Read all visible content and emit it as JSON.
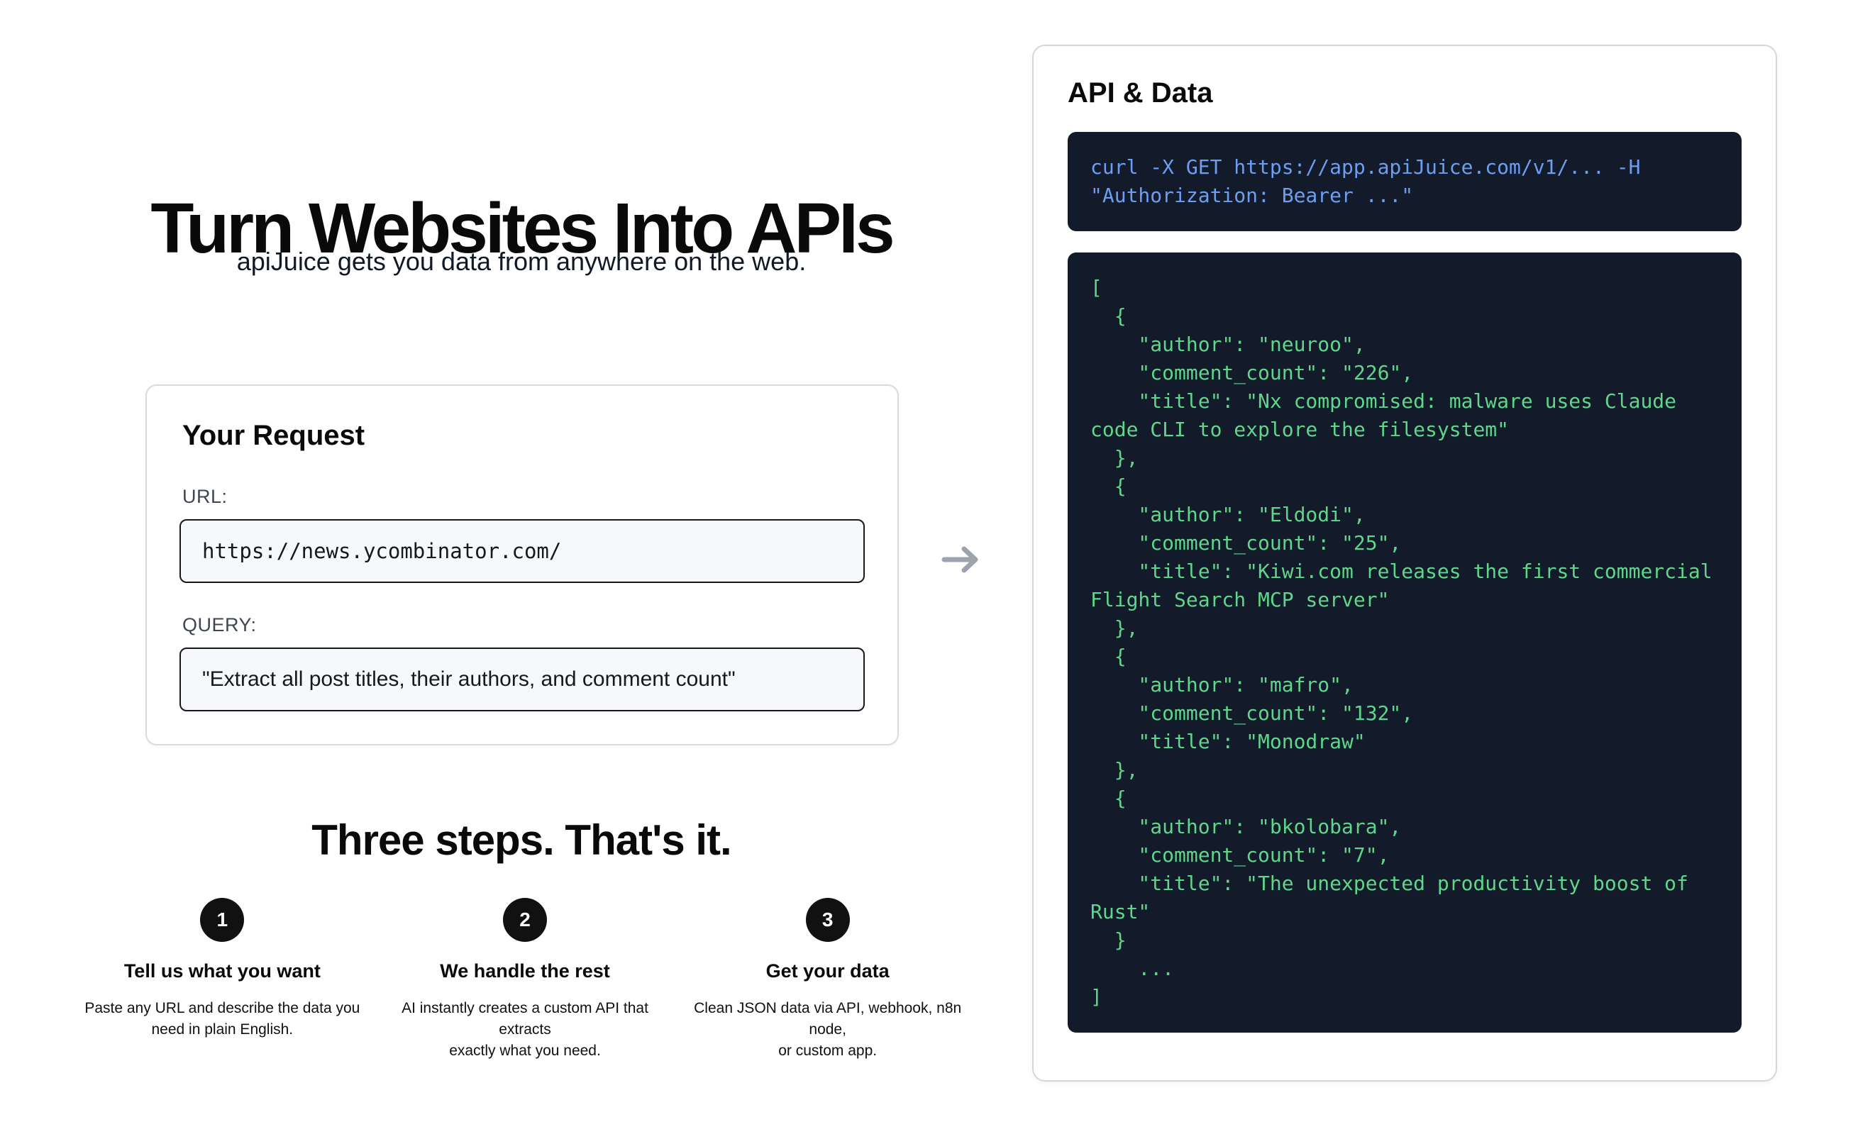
{
  "hero": {
    "title": "Turn Websites Into APIs",
    "subtitle": "apiJuice gets you data from anywhere on the web."
  },
  "request_card": {
    "title": "Your Request",
    "url_label": "URL:",
    "url_value": "https://news.ycombinator.com/",
    "query_label": "QUERY:",
    "query_value": "\"Extract all post titles, their authors, and comment count\""
  },
  "steps_section": {
    "title": "Three steps. That's it.",
    "steps": [
      {
        "number": "1",
        "title": "Tell us what you want",
        "description": "Paste any URL and describe the data you\nneed in plain English."
      },
      {
        "number": "2",
        "title": "We handle the rest",
        "description": "AI instantly creates a custom API that extracts\nexactly what you need."
      },
      {
        "number": "3",
        "title": "Get your data",
        "description": "Clean JSON data via API, webhook, n8n node,\nor custom app."
      }
    ]
  },
  "arrow": {
    "icon": "arrow-right-icon",
    "color": "#9ca3af"
  },
  "api_panel": {
    "title": "API & Data",
    "curl_snippet": "curl -X GET https://app.apiJuice.com/v1/... -H\n\"Authorization: Bearer ...\"",
    "json_output": "[\n  {\n    \"author\": \"neuroo\",\n    \"comment_count\": \"226\",\n    \"title\": \"Nx compromised: malware uses Claude\ncode CLI to explore the filesystem\"\n  },\n  {\n    \"author\": \"Eldodi\",\n    \"comment_count\": \"25\",\n    \"title\": \"Kiwi.com releases the first commercial\nFlight Search MCP server\"\n  },\n  {\n    \"author\": \"mafro\",\n    \"comment_count\": \"132\",\n    \"title\": \"Monodraw\"\n  },\n  {\n    \"author\": \"bkolobara\",\n    \"comment_count\": \"7\",\n    \"title\": \"The unexpected productivity boost of\nRust\"\n  }\n    ...\n]"
  },
  "colors": {
    "code_background": "#131a2a",
    "curl_text": "#6b9ff2",
    "json_text": "#5fd68a",
    "card_border": "#d8dbe0",
    "input_background": "#f7f8f9",
    "step_circle": "#111111",
    "arrow": "#9ca3af"
  }
}
